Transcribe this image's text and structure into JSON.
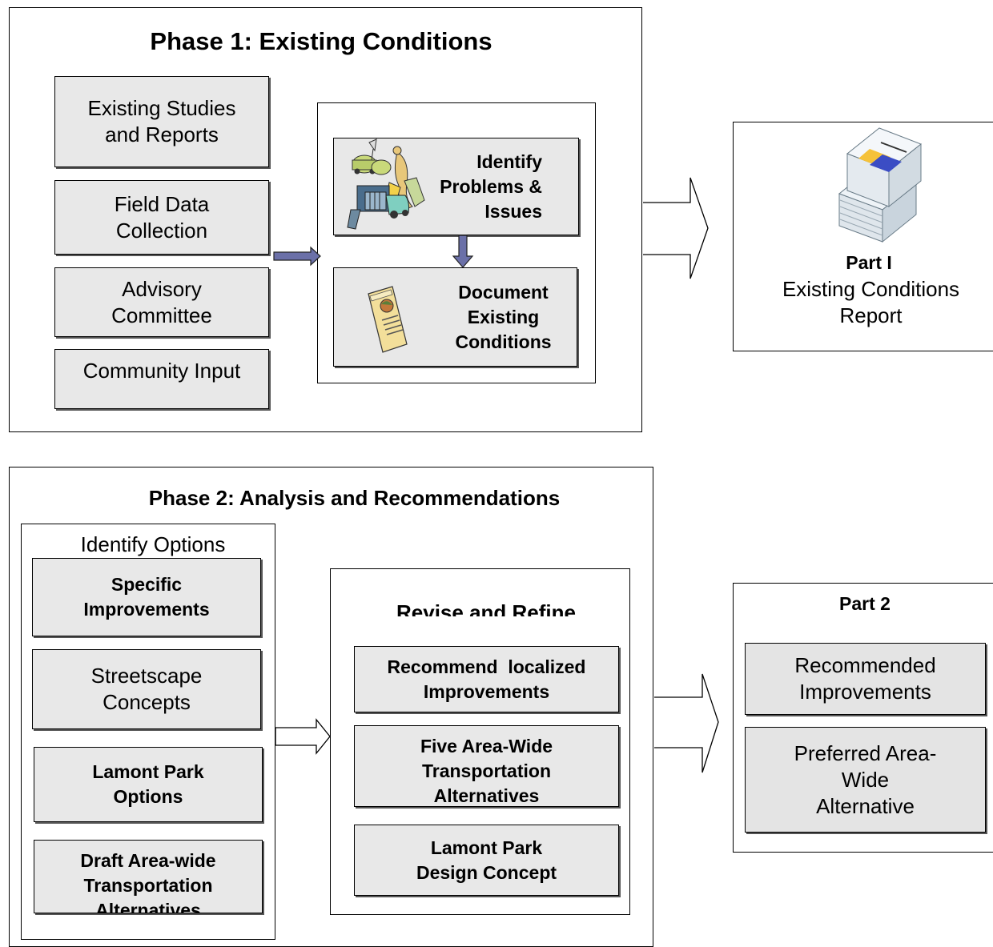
{
  "phase1": {
    "title": "Phase 1: Existing Conditions",
    "inputs": [
      [
        "Existing Studies",
        "and Reports"
      ],
      [
        "Field Data",
        "Collection"
      ],
      [
        "Advisory",
        "Committee"
      ],
      [
        "Community Input"
      ]
    ],
    "process": {
      "identify": [
        "Identify",
        "Problems &",
        "Issues"
      ],
      "document": [
        "Document",
        "Existing",
        "Conditions"
      ]
    },
    "output": {
      "title": "Part I",
      "lines": [
        "Existing Conditions",
        "Report"
      ]
    }
  },
  "phase2": {
    "title": "Phase 2: Analysis and Recommendations",
    "options": {
      "title": "Identify Options",
      "items": [
        [
          "Specific",
          "Improvements"
        ],
        [
          "Streetscape",
          "Concepts"
        ],
        [
          "Lamont Park",
          "Options"
        ],
        [
          "Draft Area-wide",
          "Transportation",
          "Alternatives"
        ]
      ]
    },
    "refine": {
      "title": "Revise and Refine",
      "items": [
        [
          "Recommend  localized",
          "Improvements"
        ],
        [
          "Five Area-Wide",
          "Transportation",
          "Alternatives"
        ],
        [
          "Lamont Park",
          "Design Concept"
        ]
      ]
    },
    "output": {
      "title": "Part 2",
      "items": [
        [
          "Recommended",
          "Improvements"
        ],
        [
          "Preferred Area-",
          "Wide",
          "Alternative"
        ]
      ]
    }
  },
  "colors": {
    "box_fill": "#e8e8e8",
    "arrow_fill": "#6b70a8"
  }
}
